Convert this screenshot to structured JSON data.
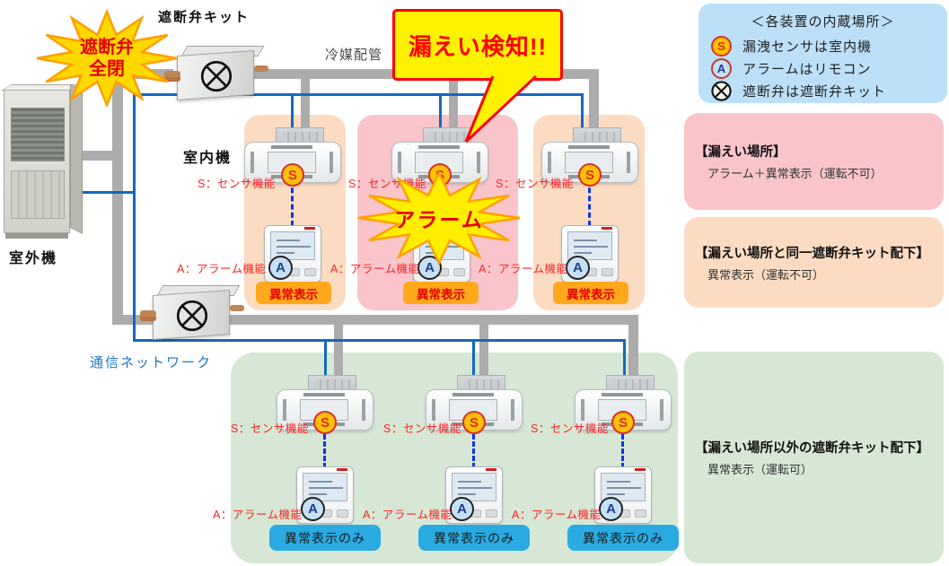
{
  "legend": {
    "title": "＜各装置の内蔵場所＞",
    "items": [
      {
        "icon": "leak-sensor-s-icon",
        "label": "漏洩センサは室内機"
      },
      {
        "icon": "alarm-a-icon",
        "label": "アラームはリモコン"
      },
      {
        "icon": "shutoff-valve-icon",
        "label": "遮断弁は遮断弁キット"
      }
    ]
  },
  "zones": {
    "leak": {
      "title": "【漏えい場所】",
      "desc": "アラーム＋異常表示（運転不可）"
    },
    "same_kit": {
      "title": "【漏えい場所と同一遮断弁キット配下】",
      "desc": "異常表示（運転不可）"
    },
    "other_kit": {
      "title": "【漏えい場所以外の遮断弁キット配下】",
      "desc": "異常表示（運転可）"
    }
  },
  "labels": {
    "valve_kit": "遮断弁キット",
    "valve_closed_line1": "遮断弁",
    "valve_closed_line2": "全閉",
    "leak_detected": "漏えい検知!!",
    "alarm_burst": "アラーム",
    "refrigerant_pipe": "冷媒配管",
    "indoor_unit": "室内機",
    "outdoor_unit": "室外機",
    "network": "通信ネットワーク",
    "sensor_fn": "S：センサ機能",
    "alarm_fn": "A：アラーム機能",
    "error_display": "異常表示",
    "error_display_only": "異常表示のみ",
    "s_letter": "S",
    "a_letter": "A"
  },
  "colors": {
    "panel_peach": "#FBDCC3",
    "panel_pink": "#F9C5CA",
    "panel_green": "#D6E8D5",
    "legend_blue": "#BCE0F7",
    "badge_orange": "#FFA81C",
    "badge_cyan": "#29ABE2",
    "pipe_gray": "#ACACAC",
    "network_blue": "#1568BE",
    "burst_yellow": "#FFD800",
    "bubble_yellow": "#FFF200",
    "alert_red": "#FF0000",
    "sensor_yellow": "#FFC008"
  }
}
